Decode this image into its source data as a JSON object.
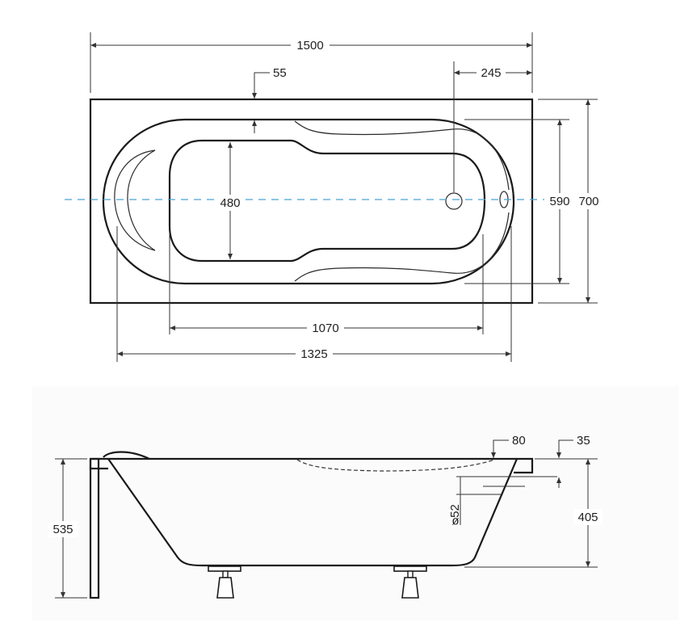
{
  "top_view": {
    "overall_length": "1500",
    "rim_width": "55",
    "drain_offset": "245",
    "inner_width": "480",
    "basin_width": "590",
    "overall_width": "700",
    "bottom_length": "1070",
    "basin_length": "1325"
  },
  "side_view": {
    "overflow_offset": "80",
    "rim_offset": "35",
    "overflow_diameter": "ᴓ52",
    "depth": "405",
    "total_height": "535"
  }
}
